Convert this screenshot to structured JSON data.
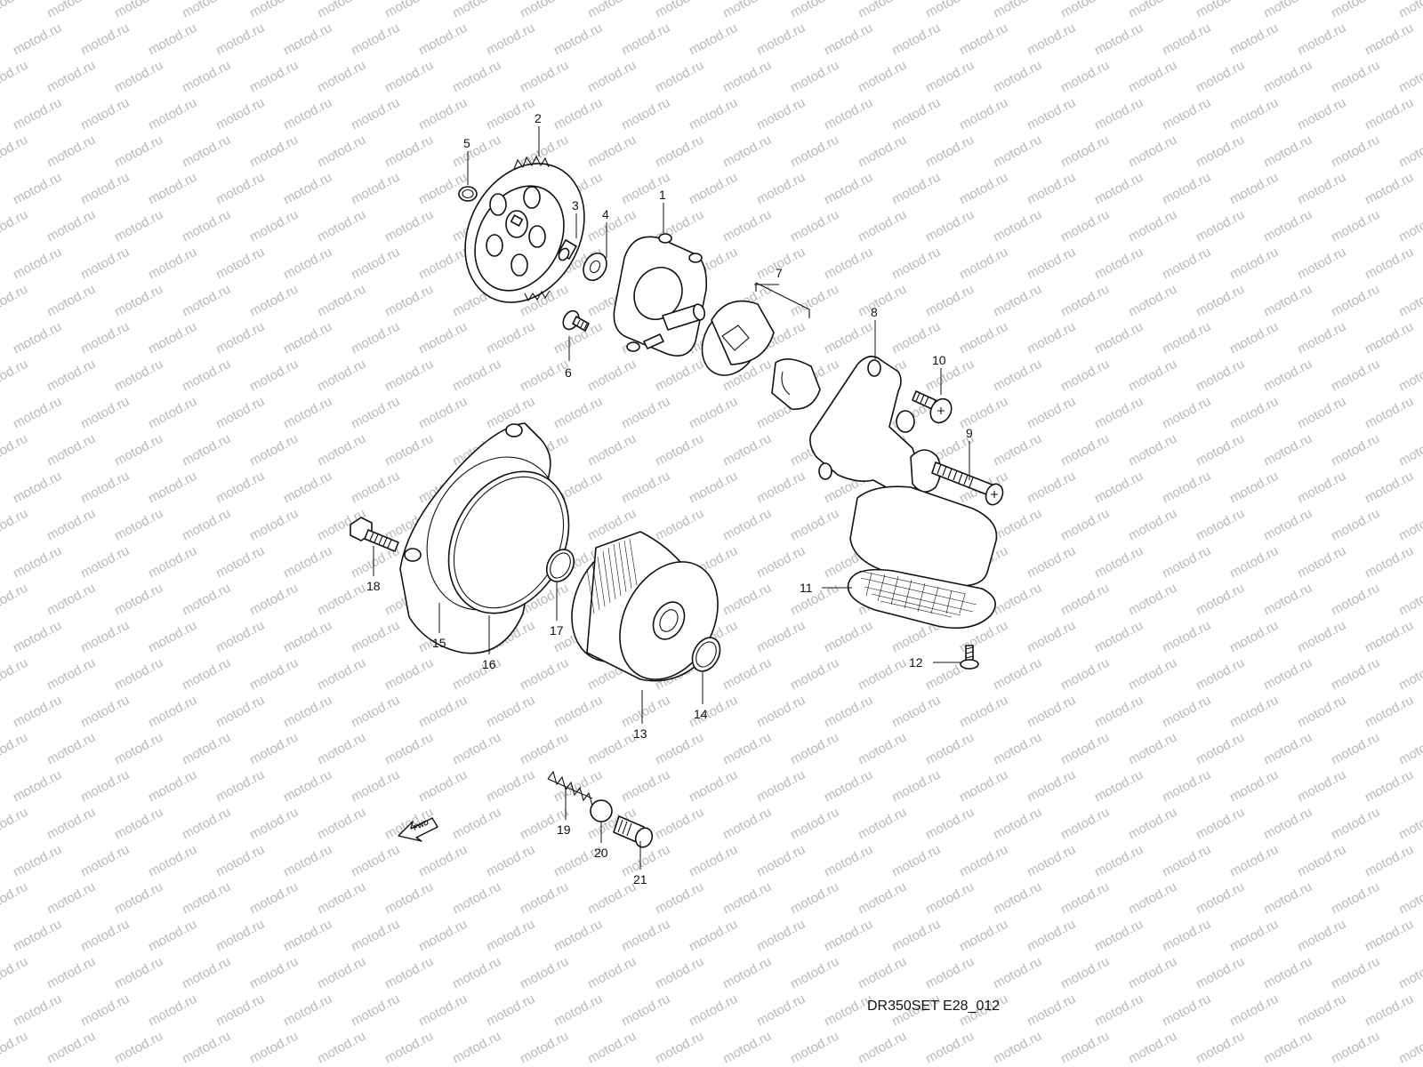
{
  "watermark": {
    "text": "motod.ru"
  },
  "drawing_code": "DR350SET E28_012",
  "direction_marker": {
    "text": "FWD",
    "icon": "fwd-arrow-icon"
  },
  "callouts": [
    {
      "id": "1",
      "label": "1"
    },
    {
      "id": "2",
      "label": "2"
    },
    {
      "id": "3",
      "label": "3"
    },
    {
      "id": "4",
      "label": "4"
    },
    {
      "id": "5",
      "label": "5"
    },
    {
      "id": "6",
      "label": "6"
    },
    {
      "id": "7",
      "label": "7"
    },
    {
      "id": "8",
      "label": "8"
    },
    {
      "id": "9",
      "label": "9"
    },
    {
      "id": "10",
      "label": "10"
    },
    {
      "id": "11",
      "label": "11"
    },
    {
      "id": "12",
      "label": "12"
    },
    {
      "id": "13",
      "label": "13"
    },
    {
      "id": "14",
      "label": "14"
    },
    {
      "id": "15",
      "label": "15"
    },
    {
      "id": "16",
      "label": "16"
    },
    {
      "id": "17",
      "label": "17"
    },
    {
      "id": "18",
      "label": "18"
    },
    {
      "id": "19",
      "label": "19"
    },
    {
      "id": "20",
      "label": "20"
    },
    {
      "id": "21",
      "label": "21"
    }
  ]
}
